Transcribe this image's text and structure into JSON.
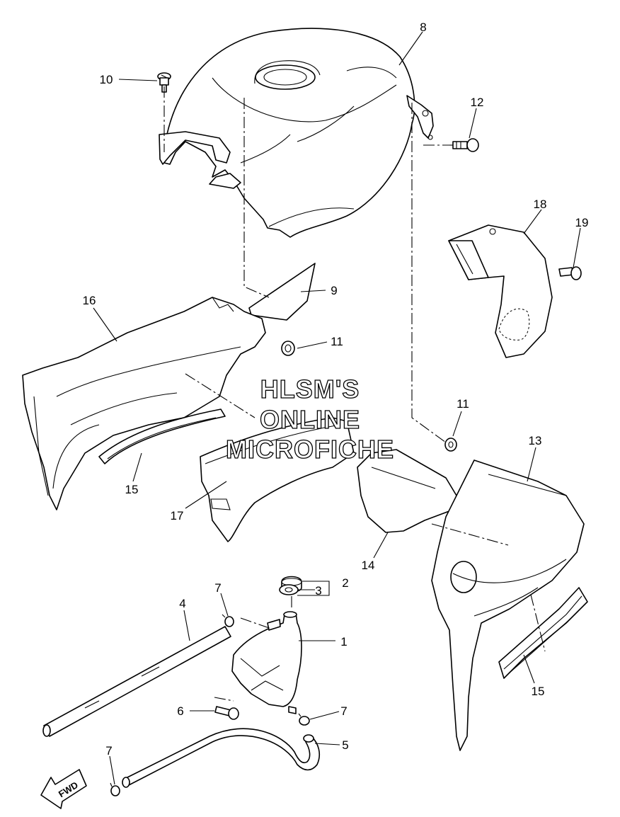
{
  "diagram": {
    "callouts": {
      "c1": "1",
      "c2": "2",
      "c3": "3",
      "c4": "4",
      "c5": "5",
      "c6": "6",
      "c7a": "7",
      "c7b": "7",
      "c7c": "7",
      "c8": "8",
      "c9": "9",
      "c10": "10",
      "c11a": "11",
      "c11b": "11",
      "c12": "12",
      "c13": "13",
      "c14": "14",
      "c15a": "15",
      "c15b": "15",
      "c16": "16",
      "c17": "17",
      "c18": "18",
      "c19": "19"
    },
    "watermark": {
      "line1": "HLSM'S",
      "line2": "ONLINE",
      "line3": "MICROFICHE"
    },
    "direction_arrow": {
      "label": "FWD",
      "icon": "forward-arrow-icon"
    }
  }
}
